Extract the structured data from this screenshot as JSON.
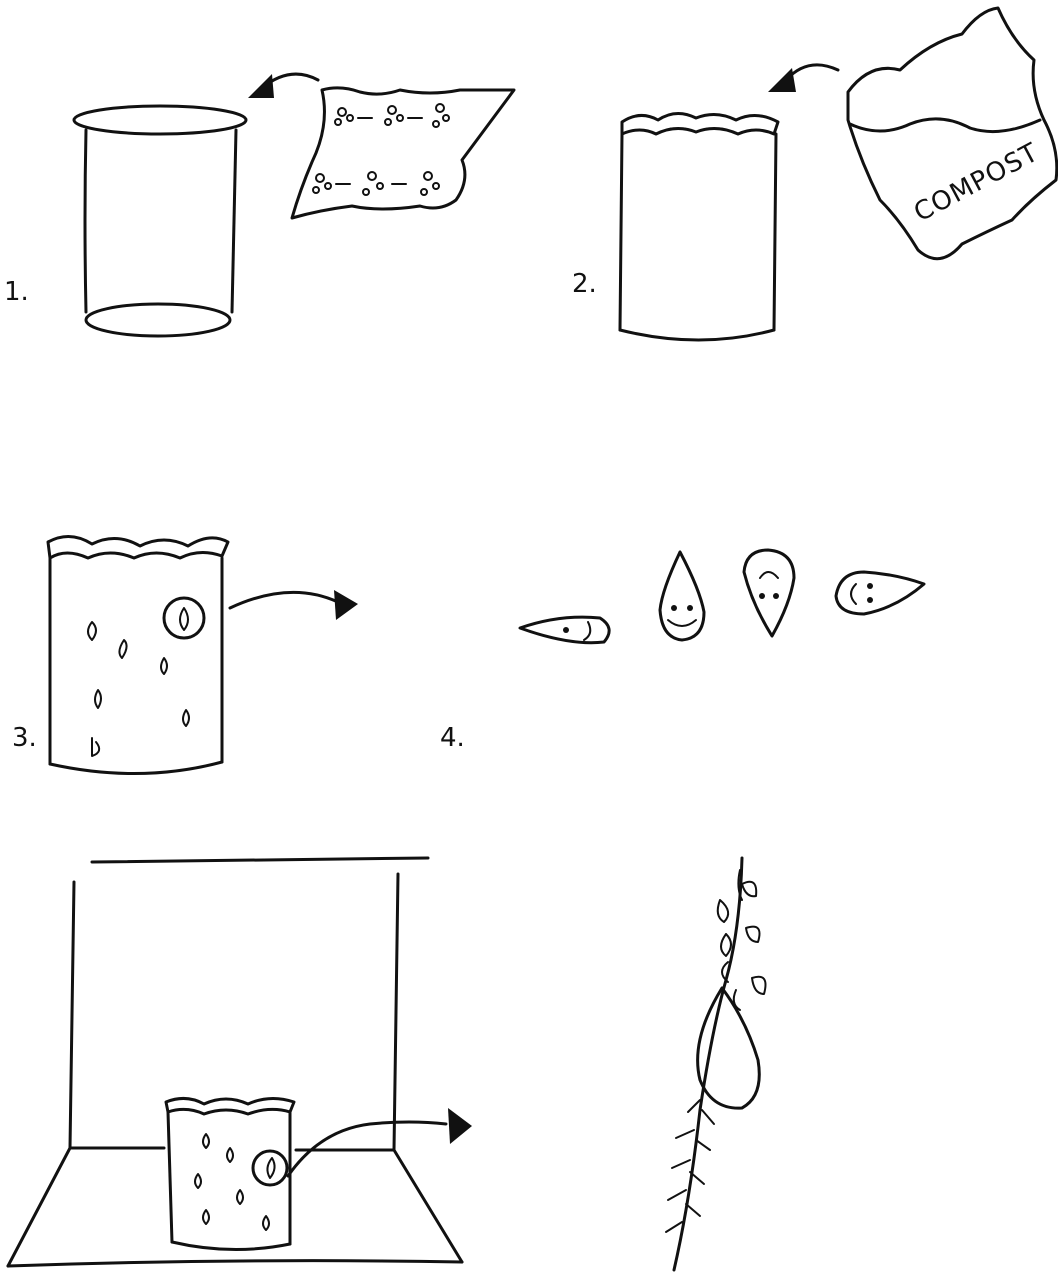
{
  "steps": [
    {
      "label": "1."
    },
    {
      "label": "2."
    },
    {
      "label": "3."
    },
    {
      "label": "4."
    }
  ],
  "compost_bag": {
    "label": "COMPOST"
  }
}
